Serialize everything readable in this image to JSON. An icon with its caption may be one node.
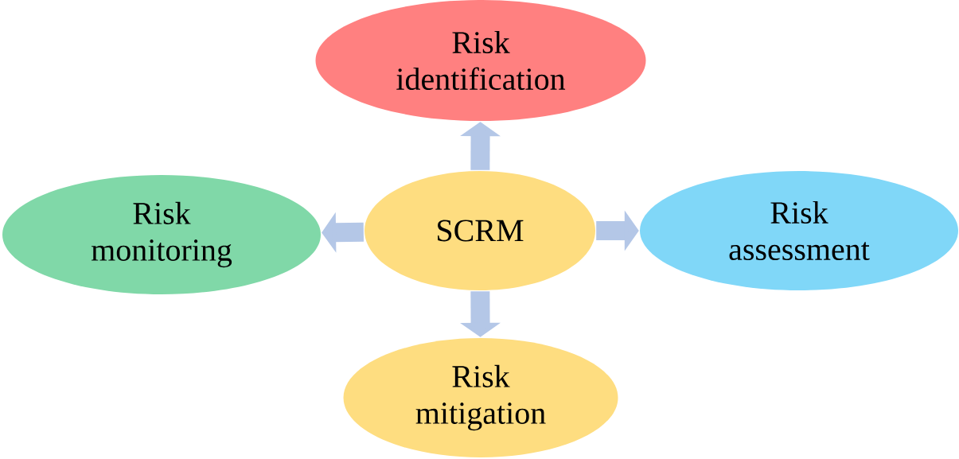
{
  "diagram": {
    "nodes": [
      {
        "text": [
          "SCRM"
        ]
      },
      {
        "text": [
          "Risk identification"
        ]
      },
      {
        "text": [
          "Risk assessment"
        ]
      },
      {
        "text": [
          "Risk mitigation"
        ]
      },
      {
        "text": [
          "Risk monitoring"
        ]
      }
    ],
    "edges": [
      {
        "from": 0,
        "to": 1,
        "arrow": "to"
      },
      {
        "from": 0,
        "to": 2,
        "arrow": "to"
      },
      {
        "from": 0,
        "to": 3,
        "arrow": "to"
      },
      {
        "from": 0,
        "to": 4,
        "arrow": "to"
      }
    ]
  }
}
